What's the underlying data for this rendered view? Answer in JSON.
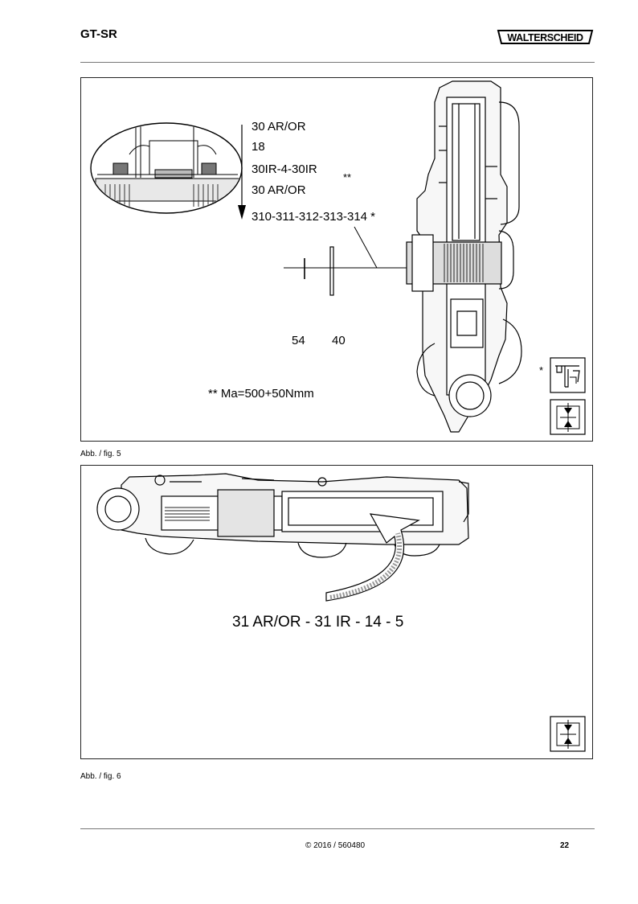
{
  "header": {
    "doc_code": "GT-SR",
    "brand": "WALTERSCHEID"
  },
  "figure5": {
    "caption": "Abb. / fig. 5",
    "labels": {
      "step1": "30  AR/OR",
      "step2": "18",
      "step3": "30IR-4-30IR",
      "step3_mark": "**",
      "step4": "30  AR/OR",
      "step5": "310-311-312-313-314 *",
      "part_a": "54",
      "part_b": "40",
      "torque_note": "** Ma=500+50Nmm",
      "tool_mark": "*"
    },
    "icons": [
      "caliper-tool-icon",
      "press-fit-icon"
    ]
  },
  "figure6": {
    "caption": "Abb. / fig. 6",
    "labels": {
      "sequence": "31 AR/OR - 31 IR - 14 - 5"
    },
    "icons": [
      "press-fit-icon"
    ]
  },
  "footer": {
    "copyright": "© 2016 / 560480",
    "page_number": "22"
  }
}
